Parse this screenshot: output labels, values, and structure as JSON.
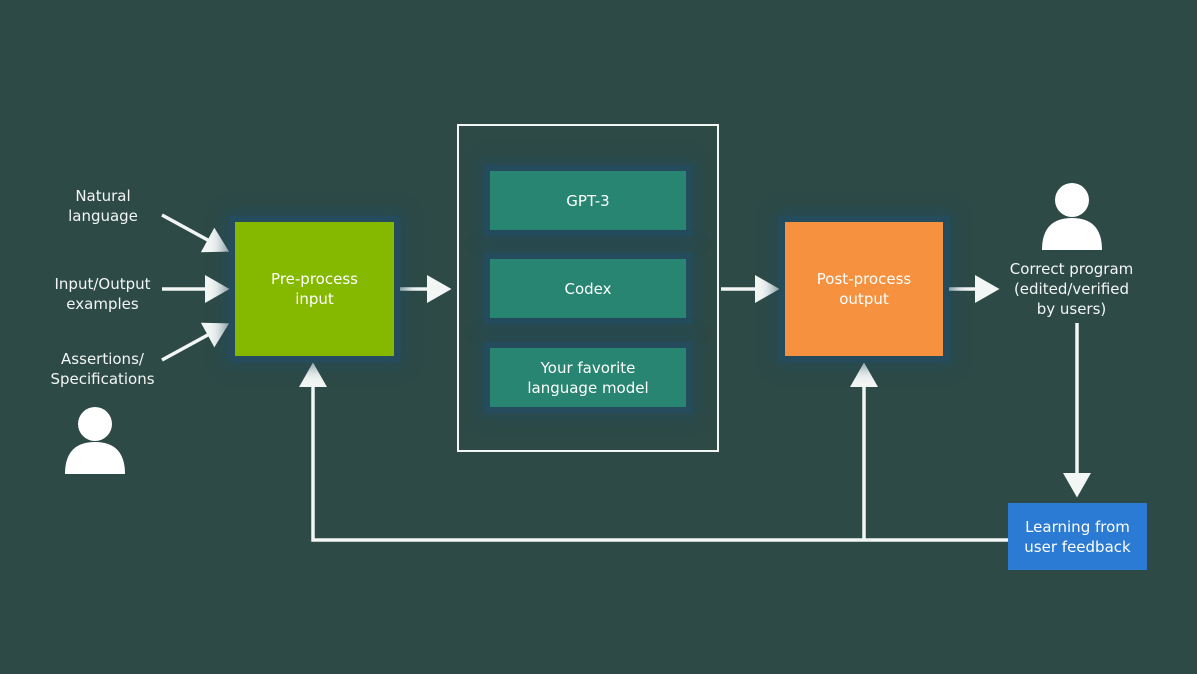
{
  "inputs": [
    {
      "label": "Natural\nlanguage"
    },
    {
      "label": "Input/Output\nexamples"
    },
    {
      "label": "Assertions/\nSpecifications"
    }
  ],
  "preprocess": {
    "label": "Pre-process\ninput",
    "color": "#84b900"
  },
  "models": [
    {
      "label": "GPT-3"
    },
    {
      "label": "Codex"
    },
    {
      "label": "Your favorite\nlanguage model"
    }
  ],
  "model_color": "#288571",
  "postprocess": {
    "label": "Post-process\noutput",
    "color": "#f5913f"
  },
  "output": {
    "label": "Correct program\n(edited/verified\nby users)"
  },
  "feedback": {
    "label": "Learning from\nuser feedback",
    "color": "#2b7ad3"
  },
  "icons": {
    "user_input": "user-icon",
    "user_output": "user-icon"
  },
  "background": "#2d4a47"
}
